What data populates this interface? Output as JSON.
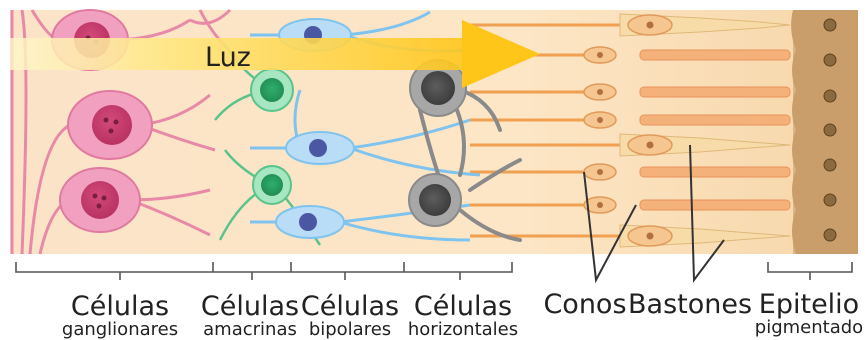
{
  "diagram": {
    "light_label": "Luz",
    "labels": [
      {
        "main": "Células",
        "sub": "ganglionares"
      },
      {
        "main": "Células",
        "sub": "amacrinas"
      },
      {
        "main": "Células",
        "sub": "bipolares"
      },
      {
        "main": "Células",
        "sub": "horizontales"
      },
      {
        "main": "Conos",
        "sub": ""
      },
      {
        "main": "Bastones",
        "sub": ""
      },
      {
        "main": "Epitelio",
        "sub": "pigmentado"
      }
    ]
  }
}
